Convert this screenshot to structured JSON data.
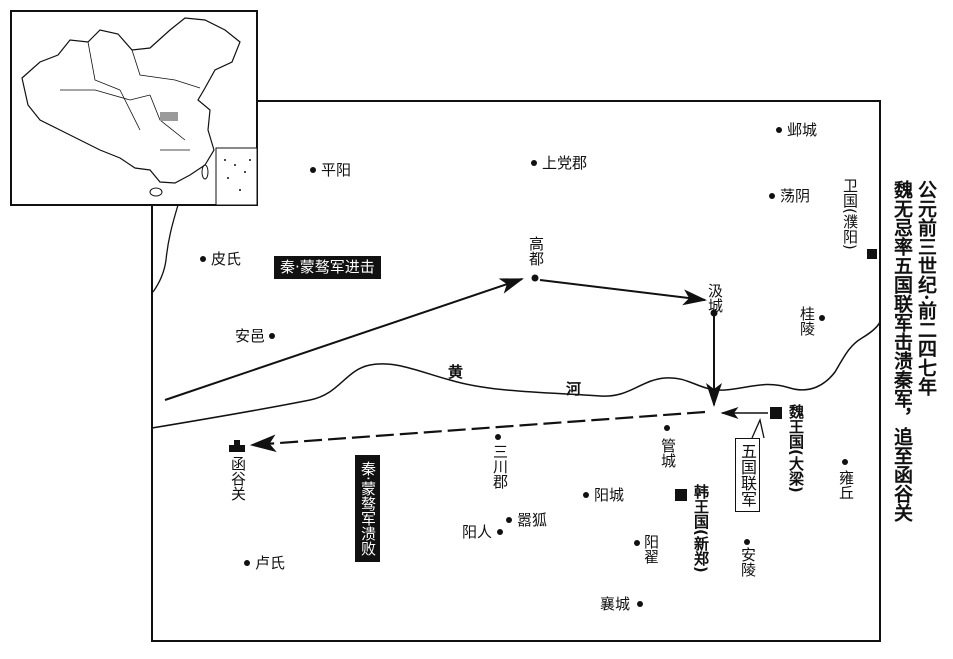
{
  "title": {
    "period": "公元前三世纪·前二四七年",
    "event": "魏无忌率五国联军击溃秦军，追至函谷关"
  },
  "places": {
    "yecheng": "邺城",
    "shangdang": "上党郡",
    "pingyang": "平阳",
    "dangyin": "荡阴",
    "weiguo": "卫国(濮阳)",
    "pishi": "皮氏",
    "gaodu": "高都",
    "jicheng": "汲城",
    "guiling": "桂陵",
    "anyi": "安邑",
    "wei_state": "魏王国(大梁)",
    "sanchuan": "三川郡",
    "guancheng": "管城",
    "hanguguan": "函谷关",
    "yongqiu": "雍丘",
    "han_state": "韩王国(新郑)",
    "yangcheng": "阳城",
    "yangren": "阳人",
    "xiaohu": "嚣狐",
    "yangzhai": "阳翟",
    "anling": "安陵",
    "lushi": "卢氏",
    "xiangcheng": "襄城"
  },
  "river": {
    "huang": "黄",
    "he": "河"
  },
  "annotations": {
    "qin_advance": "秦·蒙骜军进击",
    "qin_defeat": "秦·蒙骜军溃败",
    "coalition": "五国联军"
  },
  "colors": {
    "ink": "#111111",
    "highlight": "#9a9a9a"
  }
}
